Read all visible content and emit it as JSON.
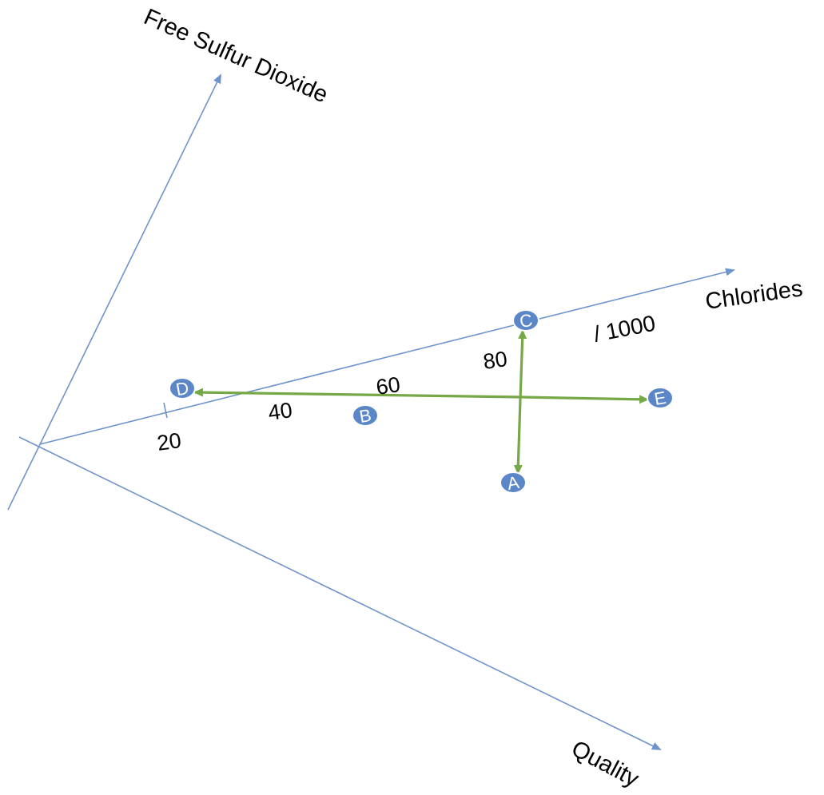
{
  "axes": {
    "free_sulfur_dioxide": "Free Sulfur Dioxide",
    "chlorides": "Chlorides",
    "quality": "Quality",
    "chlorides_scale": "/ 1000"
  },
  "chlorides_ticks": [
    "20",
    "40",
    "60",
    "80"
  ],
  "points": [
    "A",
    "B",
    "C",
    "D",
    "E"
  ],
  "colors": {
    "axis": "#6f93cb",
    "arrow": "#76a847",
    "point": "#5b87c9",
    "text": "#000000"
  }
}
